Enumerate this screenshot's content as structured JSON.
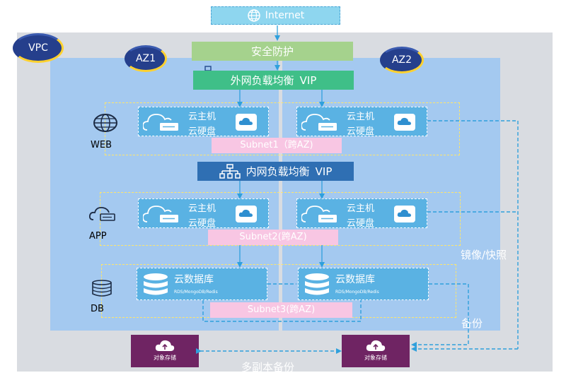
{
  "internet": {
    "label": "Internet"
  },
  "vpc": {
    "label": "VPC"
  },
  "az1": {
    "label": "AZ1"
  },
  "az2": {
    "label": "AZ2"
  },
  "security": {
    "label": "安全防护"
  },
  "external_lb": {
    "label": "外网负载均衡",
    "vip": "VIP"
  },
  "internal_lb": {
    "label": "内网负载均衡",
    "vip": "VIP"
  },
  "tiers": {
    "web": {
      "label": "WEB",
      "subnet": "Subnet1（跨AZ)"
    },
    "app": {
      "label": "APP",
      "subnet": "Subnet2(跨AZ)"
    },
    "db": {
      "label": "DB",
      "subnet": "Subnet3(跨AZ)"
    }
  },
  "vm": {
    "host": "云主机",
    "disk": "云硬盘"
  },
  "database": {
    "title": "云数据库",
    "sub": "RDS/MongoDB/Redis"
  },
  "mirror": {
    "label": "镜像/快照"
  },
  "backup": {
    "label": "备份"
  },
  "replica": {
    "label": "多副本备份"
  },
  "oss": {
    "label": "对象存储"
  },
  "colors": {
    "vpc_bg": "#d9dce1",
    "az_bg": "#a4c9f0",
    "vm_bg": "#5ab2e3",
    "subnet": "#f8c6e3",
    "oss": "#6f2463",
    "arrow": "#2fa0dc"
  }
}
